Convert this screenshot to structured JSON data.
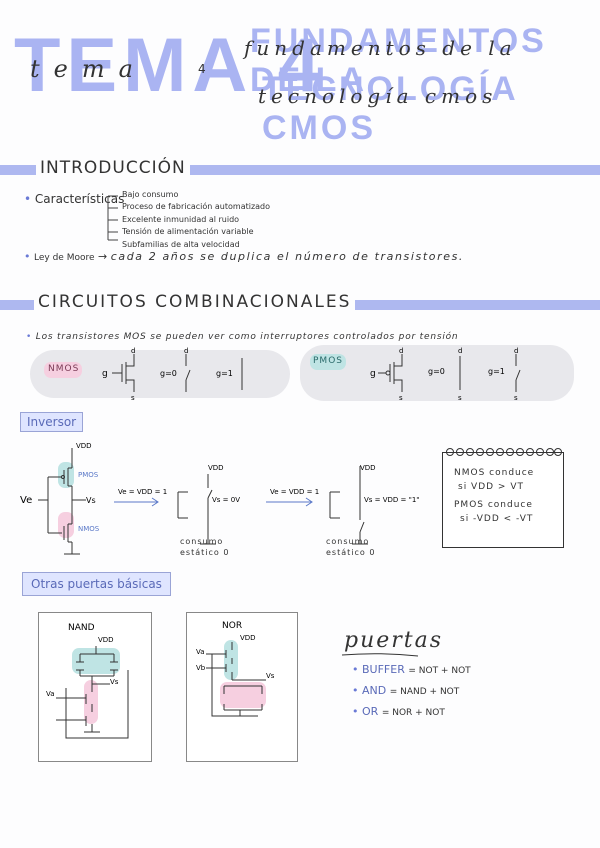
{
  "header": {
    "big_tema": "TEMA 4",
    "tema_script": "tema",
    "tema_number": "4",
    "big_title_line1": "FUNDAMENTOS DE LA",
    "big_title_line2": "TECNOLOGÍA CMOS",
    "script_line1": "fundamentos de la",
    "script_line2": "tecnología cmos"
  },
  "intro": {
    "title": "INTRODUCCIÓN",
    "caracteristicas_label": "Características",
    "caracteristicas": [
      "Bajo consumo",
      "Proceso de fabricación automatizado",
      "Excelente inmunidad al ruido",
      "Tensión de alimentación variable",
      "Subfamilias de alta velocidad"
    ],
    "moore_label": "Ley de Moore",
    "moore_text": "cada 2 años se duplica el número de transistores."
  },
  "circuitos": {
    "title": "CIRCUITOS COMBINACIONALES",
    "intro_text": "Los transistores MOS se pueden ver como interruptores controlados por tensión",
    "nmos_label": "NMOS",
    "pmos_label": "PMOS",
    "gate_labels": {
      "g": "g",
      "g0": "g=0",
      "g1": "g=1",
      "d": "d",
      "s": "s"
    }
  },
  "inversor": {
    "tag": "Inversor",
    "vdd": "VDD",
    "ve": "Ve",
    "vs": "Vs",
    "pmos": "PMOS",
    "nmos": "NMOS",
    "arrow1": "Ve = VDD = 1",
    "arrow2": "Ve = VDD = 1",
    "vs_zero": "Vs = 0V",
    "vs_one": "Vs = VDD = \"1\"",
    "consumo_1a": "consumo",
    "consumo_1b": "estático 0",
    "consumo_2a": "consumo",
    "consumo_2b": "estático 0",
    "note_line1": "NMOS conduce",
    "note_line2": "si VDD > VT",
    "note_line3": "PMOS conduce",
    "note_line4": "si -VDD < -VT"
  },
  "puertas": {
    "tag": "Otras puertas básicas",
    "nand_title": "NAND",
    "nor_title": "NOR",
    "vdd": "VDD",
    "vs": "Vs",
    "va": "Va",
    "vb": "Vb",
    "script_title": "puertas",
    "list": [
      {
        "key": "BUFFER",
        "rest": "= NOT + NOT"
      },
      {
        "key": "AND",
        "rest": "= NAND + NOT"
      },
      {
        "key": "OR",
        "rest": "= NOR + NOT"
      }
    ]
  },
  "colors": {
    "accent": "#aeb8f0",
    "teal": "#bfe4e4",
    "pink": "#f6cfe0",
    "tag_bg": "#dfe5ff"
  }
}
